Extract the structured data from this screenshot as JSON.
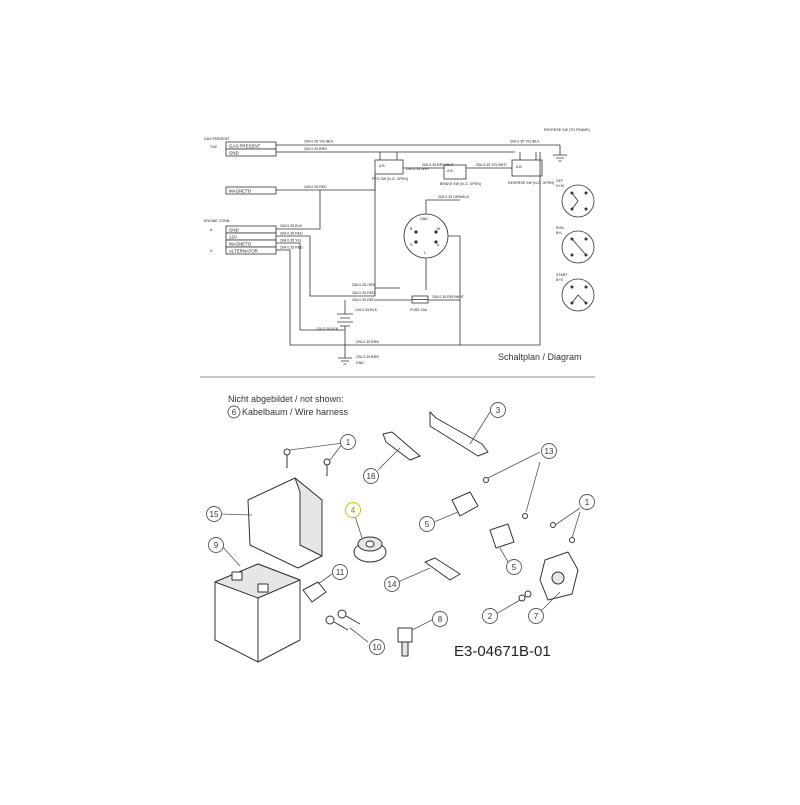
{
  "schematic": {
    "caption": "Schaltplan / Diagram",
    "connector_gas": {
      "title": "GAS PRESENT",
      "pins": [
        {
          "no": "Y/W",
          "name": "GAS PRESENT"
        },
        {
          "no": "",
          "name": "GND"
        }
      ]
    },
    "magneto_label": "MAGNETO",
    "connector_engine": {
      "title": "ENGINE CONN",
      "pins": [
        {
          "no": "A",
          "name": "GND"
        },
        {
          "no": "",
          "name": "12V"
        },
        {
          "no": "",
          "name": "MAGNETO"
        },
        {
          "no": "D",
          "name": "ALTERNATOR"
        }
      ]
    },
    "reverse_label": "REVERSE SW (TO FRAME)",
    "pto_label": "PTO SW (N.O. OPEN)",
    "brake_label": "BRAKE SW (N.O. OPEN)",
    "reverse_sw_label": "REVERSE SW (N.O. OPEN)",
    "fuse_label": "FUSE 15A",
    "wire_labels": [
      "20A 0.35 YEL/BLK",
      "20A 0.35 BRN",
      "20A 0.35 YEL/BLK",
      "20A 0.35 WHT",
      "20A 0.35 BRN/WHT",
      "20A 0.35 YEL/WHT",
      "20A 0.35 RED",
      "20A 0.35 BLK",
      "20A 0.35 RED",
      "20A 0.35 YEL",
      "20A 0.35 RED",
      "20A 0.35 ORN/BLK",
      "20A 0.35 ORN",
      "20A 0.35 RED",
      "20A 0.35 RED",
      "20A 0.35 RED/WHT",
      "12V 0.35 BLK",
      "12A 0.35 BLK",
      "20A 0.35 BRN",
      "20A 0.35 BRN"
    ],
    "switch_terminals": [
      "GND",
      "B",
      "M",
      "S",
      "A",
      "L"
    ],
    "positions": [
      {
        "label": "OFF",
        "sub": "G+M"
      },
      {
        "label": "RUN",
        "sub": "B+L"
      },
      {
        "label": "START",
        "sub": "B+S"
      }
    ],
    "ground_label": "GND"
  },
  "parts": {
    "not_shown_title": "Nicht abgebildet / not shown:",
    "not_shown_item_no": "6",
    "not_shown_item_label": "Kabelbaum / Wire harness",
    "drawing_code": "E3-04671B-01",
    "callouts": [
      "1",
      "3",
      "16",
      "13",
      "15",
      "4",
      "5",
      "1",
      "9",
      "11",
      "5",
      "14",
      "2",
      "7",
      "8",
      "10"
    ]
  }
}
